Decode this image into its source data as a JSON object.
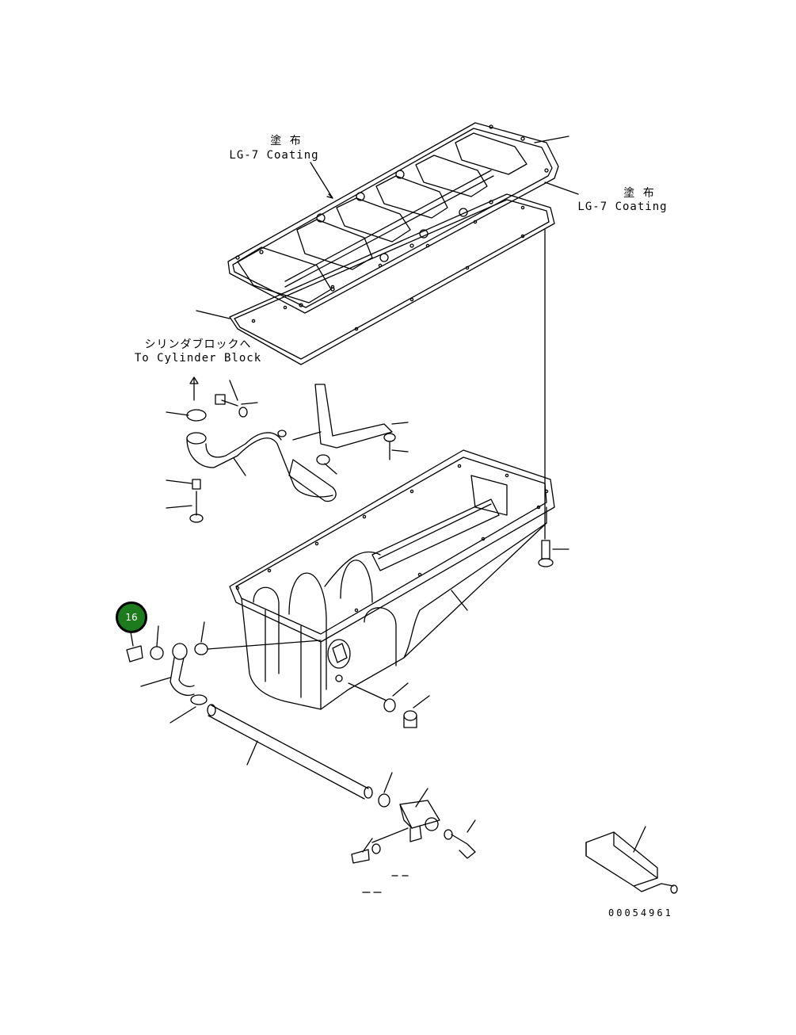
{
  "diagram": {
    "coating_note_top": {
      "jp": "塗 布",
      "en": "LG-7 Coating"
    },
    "coating_note_right": {
      "jp": "塗 布",
      "en": "LG-7 Coating"
    },
    "to_block": {
      "jp": "シリンダブロックへ",
      "en": "To Cylinder Block"
    },
    "callout_number": "16",
    "catalog_number": "00054961",
    "line_color": "#000000",
    "callout_color": "#1d7a1d"
  }
}
